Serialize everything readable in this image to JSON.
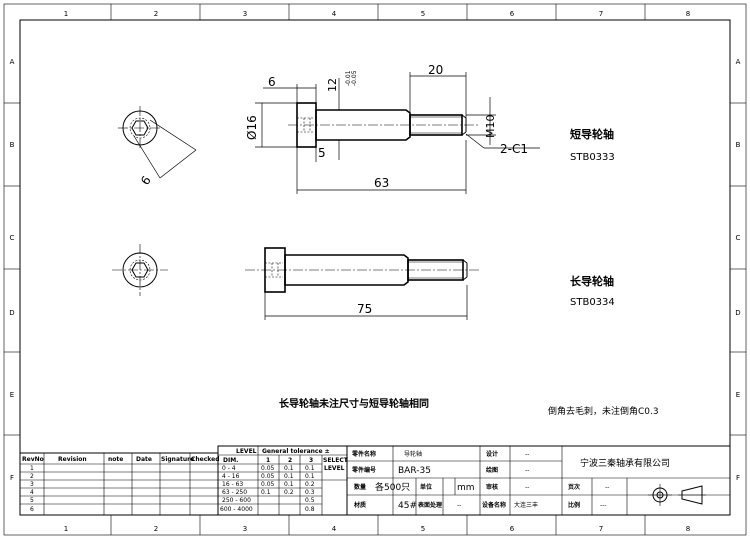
{
  "drawing": {
    "part_short": {
      "name": "短导轮轴",
      "code": "STB0333"
    },
    "part_long": {
      "name": "长导轮轴",
      "code": "STB0334"
    },
    "note_main": "长导轮轴未注尺寸与短导轮轴相同",
    "note_chamfer": "倒角去毛刺，未注倒角C0.3"
  },
  "dimensions": {
    "top_6": "6",
    "dia_16": "Ø16",
    "len_12": "12",
    "tol_12": "-0.01\n-0.05",
    "len_20": "20",
    "thread": "M10",
    "chamfer": "2-C1",
    "depth_5": "5",
    "len_63": "63",
    "hex_6": "6",
    "len_75": "75"
  },
  "border": {
    "cols": [
      "1",
      "2",
      "3",
      "4",
      "5",
      "6",
      "7",
      "8"
    ],
    "rows": [
      "A",
      "B",
      "C",
      "D",
      "E",
      "F"
    ]
  },
  "revision_table": {
    "headers": [
      "RevNo",
      "Revision",
      "note",
      "Date",
      "Signature",
      "Checked"
    ],
    "row_numbers": [
      "1",
      "2",
      "3",
      "4",
      "5",
      "6"
    ]
  },
  "tolerance_table": {
    "title_level": "LEVEL",
    "title_general": "General tolerance ±",
    "dim_header": "DIM.",
    "level_cols": [
      "1",
      "2",
      "3"
    ],
    "select_header": "SELECT\nLEVEL",
    "rows": [
      {
        "range": "0 - 4",
        "v": [
          "0.05",
          "0.1",
          "0.1"
        ]
      },
      {
        "range": "4 - 16",
        "v": [
          "0.05",
          "0.1",
          "0.1"
        ]
      },
      {
        "range": "16 - 63",
        "v": [
          "0.05",
          "0.1",
          "0.2"
        ]
      },
      {
        "range": "63 - 250",
        "v": [
          "0.1",
          "0.2",
          "0.3"
        ]
      },
      {
        "range": "250 - 600",
        "v": [
          "",
          "",
          "0.5"
        ]
      },
      {
        "range": "600 - 4000",
        "v": [
          "",
          "",
          "0.8"
        ]
      }
    ]
  },
  "title_block": {
    "part_name_label": "零件名称",
    "part_name_value": "导轮轴",
    "part_no_label": "零件编号",
    "part_no_value": "BAR-35",
    "qty_label": "数量",
    "qty_value": "各500只",
    "unit_label": "单位",
    "unit_value": "mm",
    "material_label": "材质",
    "material_value": "45#",
    "surface_label": "表面处理",
    "surface_value": "--",
    "design_label": "设计",
    "design_value": "--",
    "draw_label": "绘图",
    "draw_value": "--",
    "review_label": "审核",
    "review_value": "--",
    "equipment_label": "设备名称",
    "equipment_value": "大连三丰",
    "company": "宁波三秦轴承有限公司",
    "page_label": "页次",
    "page_value": "--",
    "scale_label": "比例",
    "scale_value": "---"
  }
}
